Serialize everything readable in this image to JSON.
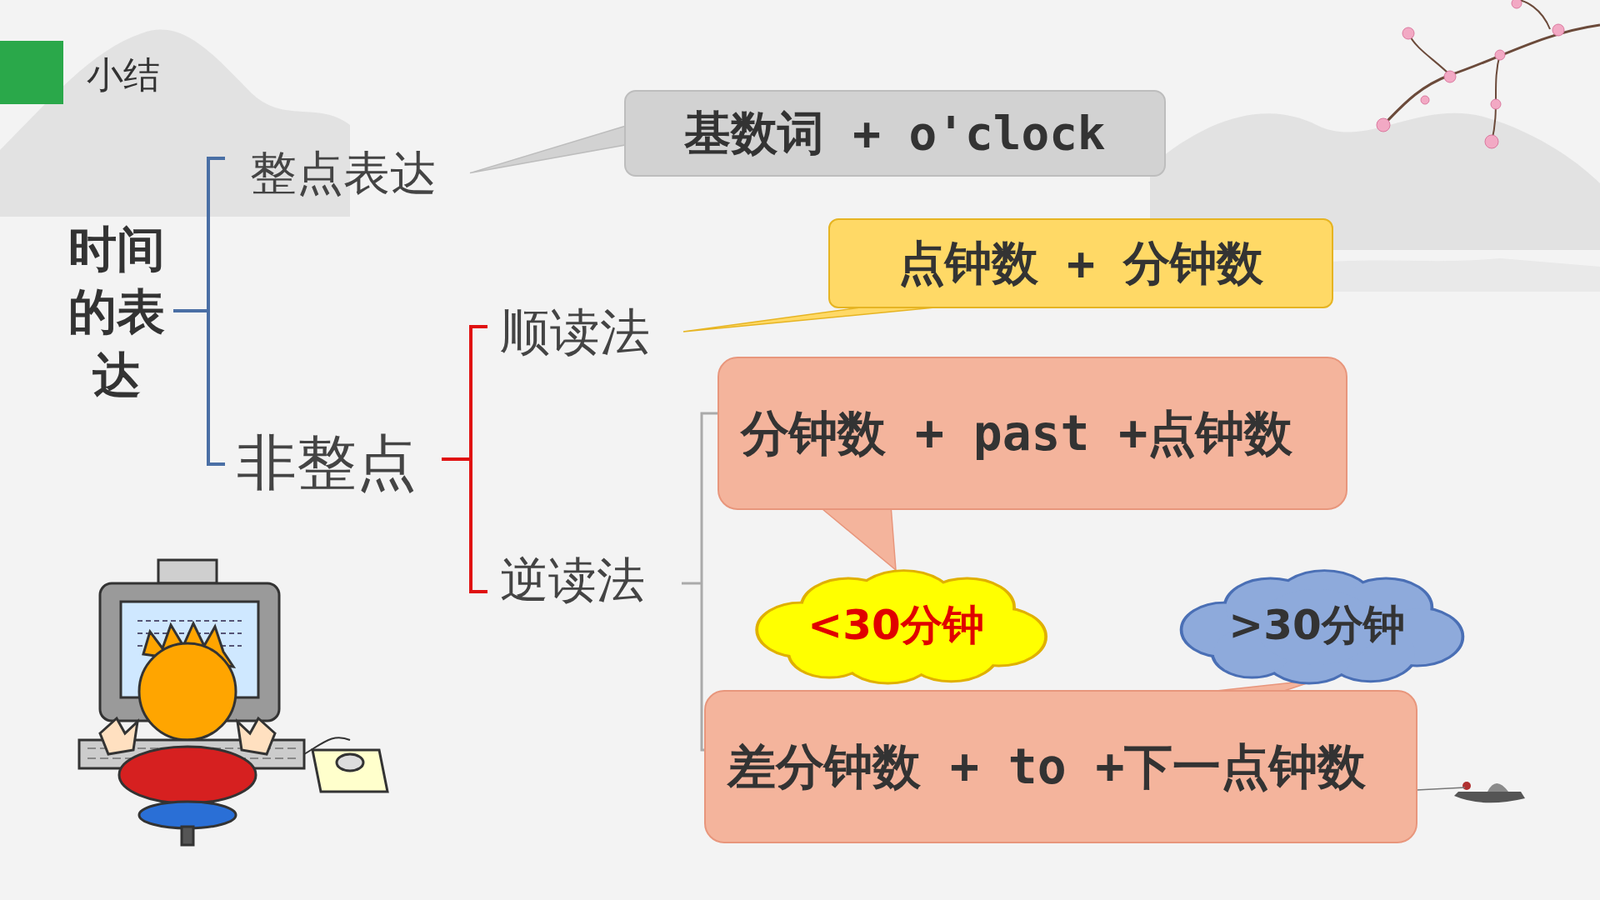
{
  "diagram": {
    "title": "小结",
    "nodes": [
      {
        "text": [
          "基数词 + o'clock"
        ]
      },
      {
        "text": [
          "点钟数 + 分钟数"
        ]
      },
      {
        "text": [
          "分钟数 + past +点钟数"
        ]
      },
      {
        "text": [
          "<30分钟"
        ]
      },
      {
        "text": [
          ">30分钟"
        ]
      },
      {
        "text": [
          "差分钟数 + to +下一点钟数"
        ]
      }
    ],
    "edges": [
      {
        "from": 2,
        "to": 3,
        "arrow": "none"
      },
      {
        "from": 5,
        "to": 4,
        "arrow": "none"
      }
    ],
    "labels": [
      "时间的表达",
      "整点表达",
      "非整点",
      "顺读法",
      "逆读法"
    ]
  }
}
